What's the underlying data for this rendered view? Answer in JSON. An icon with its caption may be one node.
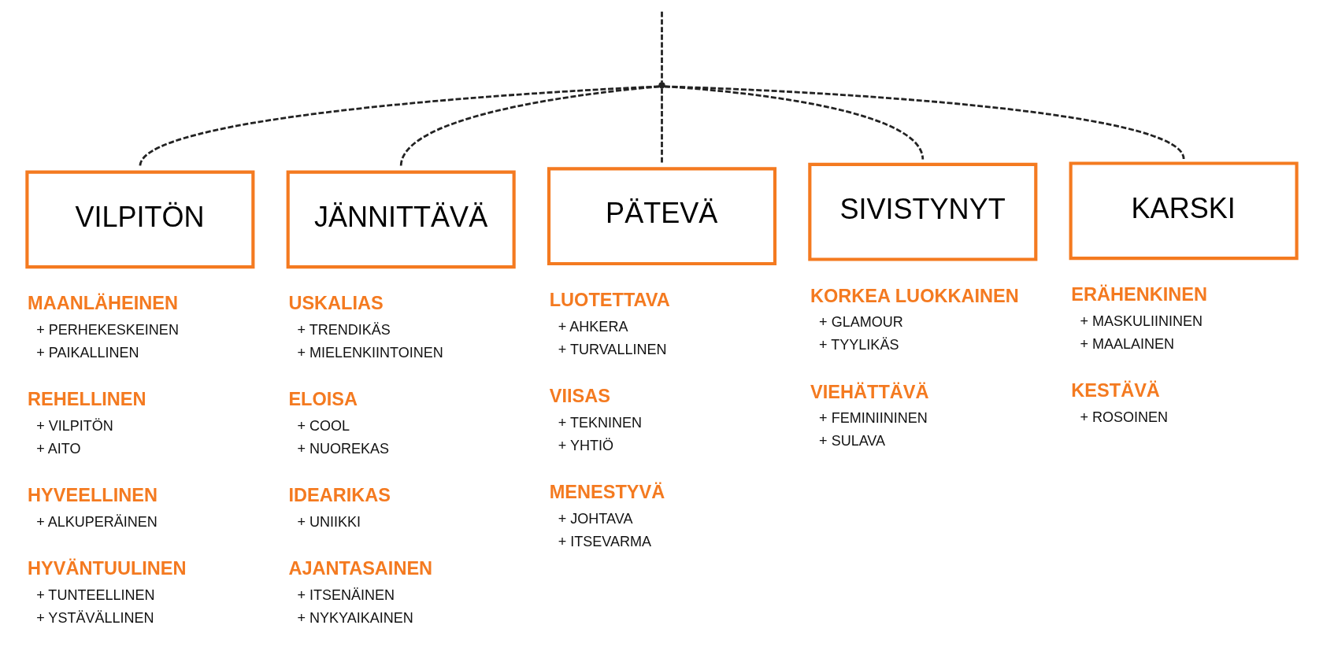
{
  "diagram": {
    "nodes": [
      {
        "text": [],
        "shape": "point"
      },
      {
        "text": [
          "VILPITÖN"
        ],
        "beside": [
          "MAANLÄHEINEN",
          "+ PERHEKESKEINEN",
          "+ PAIKALLINEN",
          "REHELLINEN",
          "+ VILPITÖN",
          "+ AITO",
          "HYVEELLINEN",
          "+ ALKUPERÄINEN",
          "HYVÄNTUULINEN",
          "+ TUNTEELLINEN",
          "+ YSTÄVÄLLINEN"
        ]
      },
      {
        "text": [
          "JÄNNITTÄVÄ"
        ],
        "beside": [
          "USKALIAS",
          "+ TRENDIKÄS",
          "+ MIELENKIINTOINEN",
          "ELOISA",
          "+ COOL",
          "+ NUOREKAS",
          "IDEARIKAS",
          "+ UNIIKKI",
          "AJANTASAINEN",
          "+ ITSENÄINEN",
          "+ NYKYAIKAINEN"
        ]
      },
      {
        "text": [
          "PÄTEVÄ"
        ],
        "beside": [
          "LUOTETTAVA",
          "+ AHKERA",
          "+ TURVALLINEN",
          "VIISAS",
          "+ TEKNINEN",
          "+ YHTIÖ",
          "MENESTYVÄ",
          "+ JOHTAVA",
          "+ ITSEVARMA"
        ]
      },
      {
        "text": [
          "SIVISTYNYT"
        ],
        "beside": [
          "KORKEA LUOKKAINEN",
          "+ GLAMOUR",
          "+ TYYLIKÄS",
          "VIEHÄTTÄVÄ",
          "+ FEMINIININEN",
          "+ SULAVA"
        ]
      },
      {
        "text": [
          "KARSKI"
        ],
        "beside": [
          "ERÄHENKINEN",
          "+ MASKULIININEN",
          "+ MAALAINEN",
          "KESTÄVÄ",
          "+ ROSOINEN"
        ]
      }
    ],
    "edges": [
      {
        "from": null,
        "to": 0,
        "arrow": "none",
        "style": "dashed"
      },
      {
        "from": 0,
        "to": 1,
        "arrow": "none",
        "style": "dashed"
      },
      {
        "from": 0,
        "to": 2,
        "arrow": "none",
        "style": "dashed"
      },
      {
        "from": 0,
        "to": 3,
        "arrow": "none",
        "style": "dashed"
      },
      {
        "from": 0,
        "to": 4,
        "arrow": "none",
        "style": "dashed"
      },
      {
        "from": 0,
        "to": 5,
        "arrow": "none",
        "style": "dashed"
      }
    ]
  }
}
